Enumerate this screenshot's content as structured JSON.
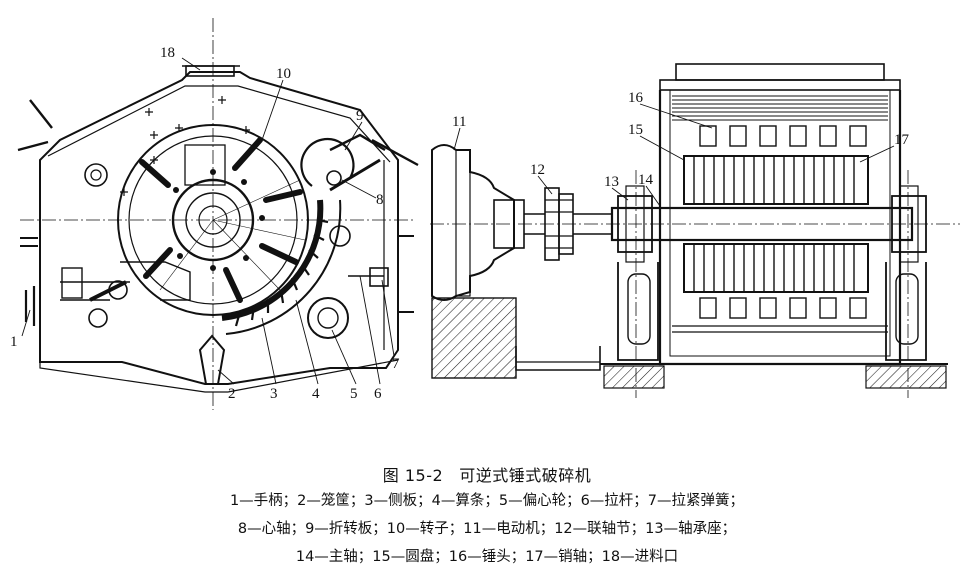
{
  "figure": {
    "number": "图 15-2",
    "title": "可逆式锤式破碎机",
    "part_labels": [
      "1",
      "2",
      "3",
      "4",
      "5",
      "6",
      "7",
      "8",
      "9",
      "10",
      "11",
      "12",
      "13",
      "14",
      "15",
      "16",
      "17",
      "18"
    ],
    "legend_lines": [
      "1—手柄；2—笼筐；3—侧板；4—算条；5—偏心轮；6—拉杆；7—拉紧弹簧；",
      "8—心轴；9—折转板；10—转子；11—电动机；12—联轴节；13—轴承座；",
      "14—主轴；15—圆盘；16—锤头；17—销轴；18—进料口"
    ]
  }
}
